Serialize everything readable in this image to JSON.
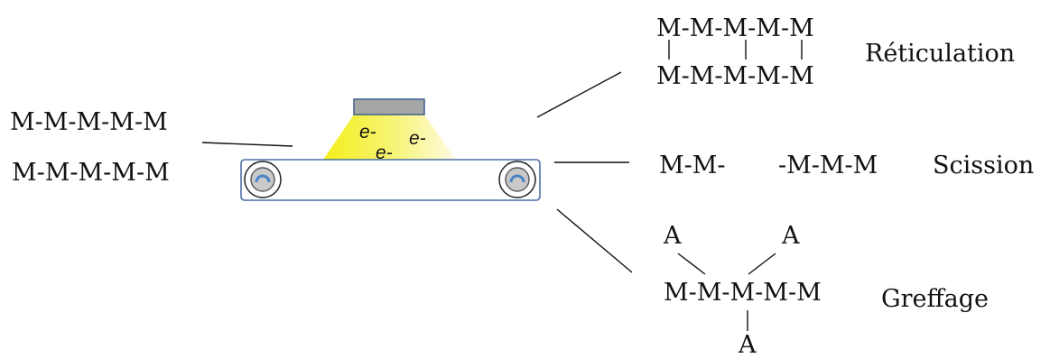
{
  "input": {
    "chain_1": "M-M-M-M-M",
    "chain_2": "M-M-M-M-M"
  },
  "electrons": [
    "e-",
    "e-",
    "e-"
  ],
  "crosslinking": {
    "chain_top": "M-M-M-M-M",
    "chain_bottom": "M-M-M-M-M",
    "label": "Réticulation"
  },
  "scission": {
    "fragment_left": "M-M-",
    "fragment_right": "-M-M-M",
    "label": "Scission"
  },
  "grafting": {
    "branch_top_left": "A",
    "branch_top_right": "A",
    "chain": "M-M-M-M-M",
    "branch_bottom": "A",
    "label": "Greffage"
  },
  "colors": {
    "beam_yellow": "#f2ef1a",
    "belt_outline": "#4a6fa5",
    "roller_blue": "#4a84c8",
    "source_gray": "#a6a6a6",
    "source_border": "#3f5f8f"
  }
}
